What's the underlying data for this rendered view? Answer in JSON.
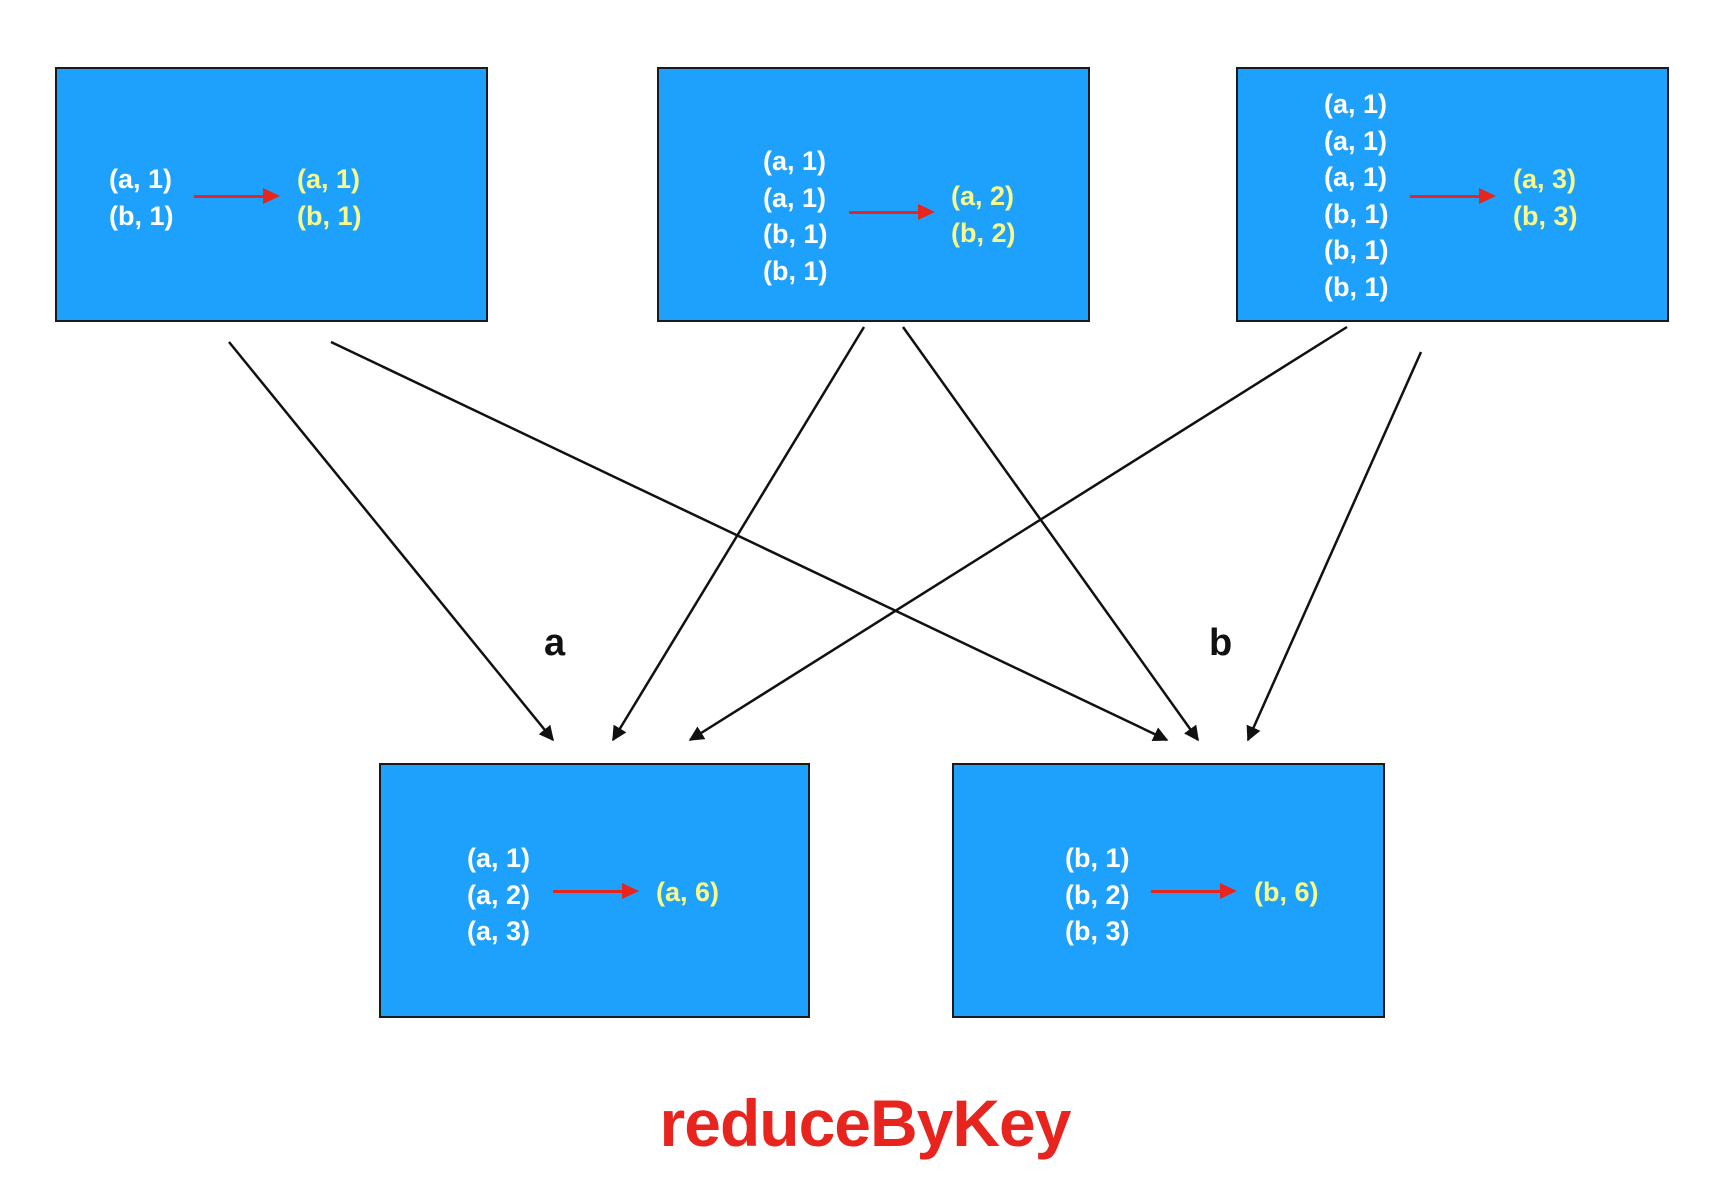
{
  "partitions": [
    {
      "input": [
        "(a, 1)",
        "(b, 1)"
      ],
      "output": [
        "(a, 1)",
        "(b, 1)"
      ]
    },
    {
      "input": [
        "(a, 1)",
        "(a, 1)",
        "(b, 1)",
        "(b, 1)"
      ],
      "output": [
        "(a, 2)",
        "(b, 2)"
      ]
    },
    {
      "input": [
        "(a, 1)",
        "(a, 1)",
        "(a, 1)",
        "(b, 1)",
        "(b, 1)",
        "(b, 1)"
      ],
      "output": [
        "(a, 3)",
        "(b, 3)"
      ]
    }
  ],
  "reducers": [
    {
      "key": "a",
      "input": [
        "(a, 1)",
        "(a, 2)",
        "(a, 3)"
      ],
      "output": [
        "(a, 6)"
      ]
    },
    {
      "key": "b",
      "input": [
        "(b, 1)",
        "(b, 2)",
        "(b, 3)"
      ],
      "output": [
        "(b, 6)"
      ]
    }
  ],
  "title": "reduceByKey",
  "colors": {
    "box_fill": "#1ea1fd",
    "input_text": "#ffffff",
    "output_text": "#fafa8a",
    "transform_arrow": "#e8241f",
    "title": "#e8241f"
  }
}
